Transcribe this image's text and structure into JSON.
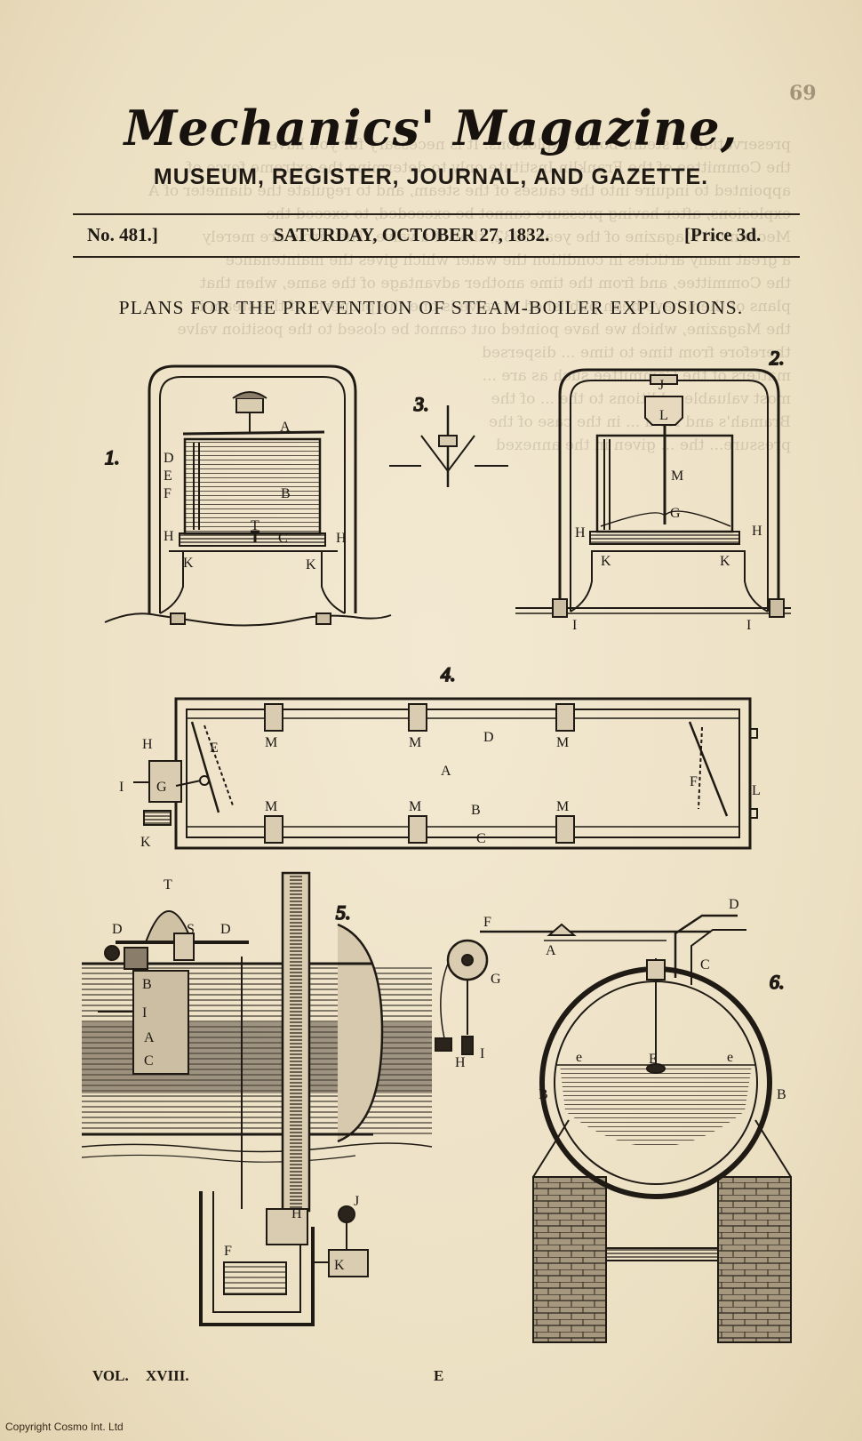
{
  "page": {
    "masthead": "Mechanics' Magazine,",
    "subtitle": "MUSEUM, REGISTER, JOURNAL, AND GAZETTE.",
    "issue_number": "No. 481.]",
    "date": "SATURDAY, OCTOBER 27, 1832.",
    "price": "[Price 3d.",
    "article_title": "PLANS FOR THE PREVENTION OF STEAM-BOILER EXPLOSIONS.",
    "volume": "VOL.",
    "volume_number": "XVIII.",
    "signature": "E",
    "copyright": "Copyright Cosmo Int. Ltd"
  },
  "figures": {
    "fig1": {
      "number": "1.",
      "labels": [
        "A",
        "B",
        "C",
        "D",
        "E",
        "F",
        "H",
        "H",
        "K",
        "K",
        "T"
      ]
    },
    "fig2": {
      "number": "2.",
      "labels": [
        "J",
        "L",
        "M",
        "G",
        "H",
        "H",
        "K",
        "K",
        "I",
        "I"
      ]
    },
    "fig3": {
      "number": "3."
    },
    "fig4": {
      "number": "4.",
      "labels": [
        "A",
        "B",
        "C",
        "D",
        "E",
        "F",
        "G",
        "H",
        "I",
        "K",
        "L",
        "M",
        "M",
        "M",
        "M",
        "M",
        "M"
      ]
    },
    "fig5": {
      "number": "5.",
      "labels": [
        "T",
        "S",
        "D",
        "D",
        "B",
        "I",
        "A",
        "C",
        "F",
        "H",
        "J",
        "K"
      ]
    },
    "fig6": {
      "number": "6.",
      "labels": [
        "F",
        "D",
        "A",
        "C",
        "G",
        "H",
        "I",
        "B",
        "B",
        "e",
        "e",
        "E"
      ]
    }
  },
  "palette": {
    "paper": "#efe3c8",
    "ink": "#1f1a14",
    "bleed_through": "#8b7f6c",
    "copyright_ink": "#3a2a1a"
  }
}
